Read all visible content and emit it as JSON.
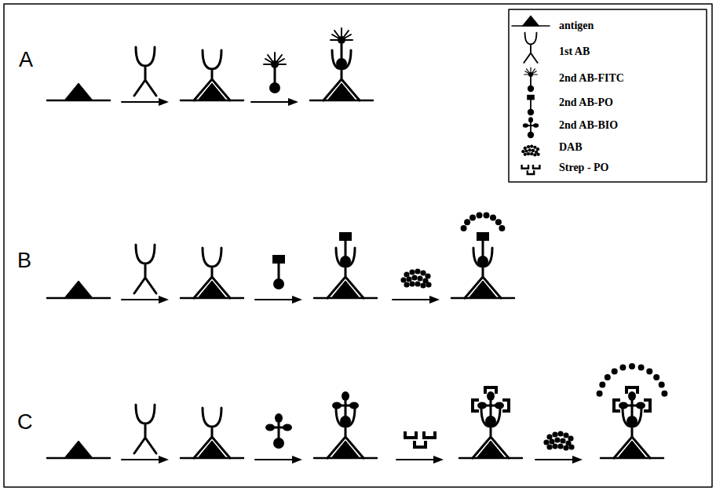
{
  "diagram": {
    "labels": [
      "A",
      "B",
      "C"
    ],
    "legend": [
      {
        "text": "antigen"
      },
      {
        "text": "1st AB"
      },
      {
        "text": "2nd AB-FITC"
      },
      {
        "text": "2nd AB-PO"
      },
      {
        "text": "2nd AB-BIO"
      },
      {
        "text": "DAB"
      },
      {
        "text": "Strep - PO"
      }
    ]
  }
}
